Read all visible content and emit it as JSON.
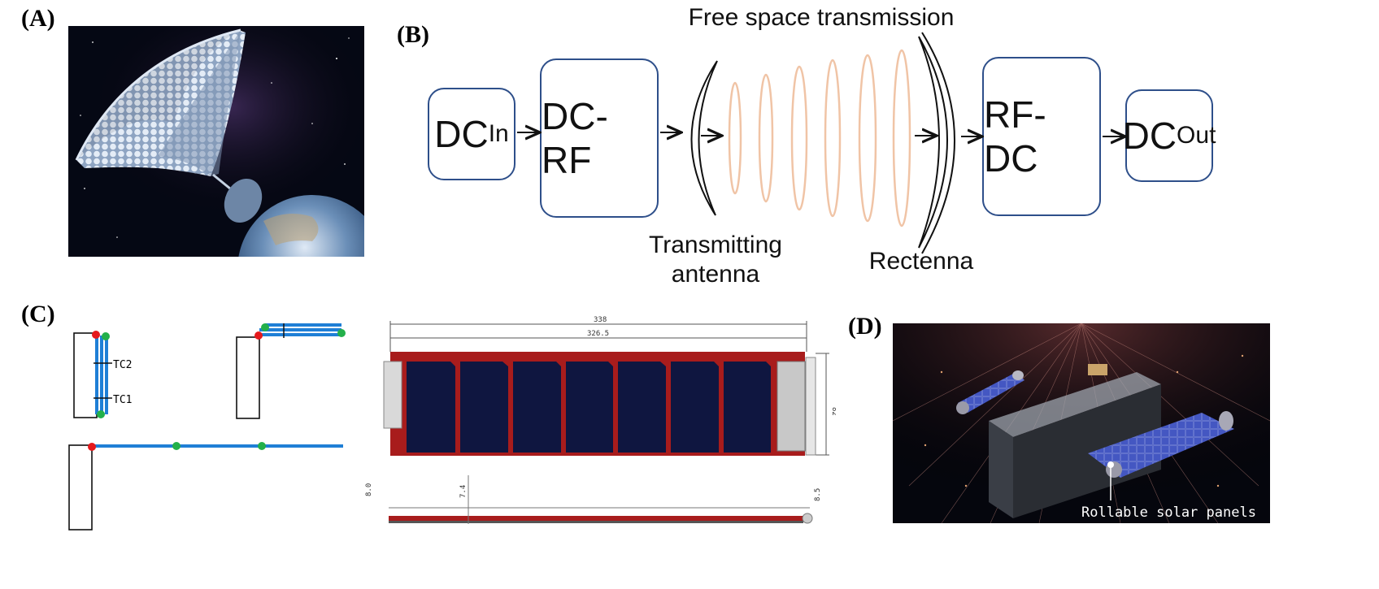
{
  "panels": {
    "a": "(A)",
    "b": "(B)",
    "c": "(C)",
    "d": "(D)"
  },
  "flow": {
    "top_caption": "Free space transmission",
    "dc_in_main": "DC",
    "dc_in_sub": "In",
    "dc_rf": "DC-RF",
    "rf_dc": "RF-DC",
    "dc_out_main": "DC",
    "dc_out_sub": "Out",
    "transmitting_antenna": [
      "Transmitting",
      "antenna"
    ],
    "rectenna": "Rectenna"
  },
  "deploy": {
    "tc2": "TC2",
    "tc1": "TC1"
  },
  "drawing": {
    "dim_total": "338",
    "dim_inner": "326.5",
    "dim_height": "82",
    "dim_a": "8.0",
    "dim_b": "7.4",
    "dim_c": "8.5"
  },
  "photo_d": {
    "callout": "Rollable solar panels"
  },
  "colors": {
    "box_border": "#2e4f8a",
    "wave": "#f0c4a6",
    "rod_blue": "#1f7fd6",
    "hinge_red": "#e5191c",
    "node_green": "#23b04a",
    "pcb_red": "#a81c1c",
    "cell_navy": "#0f1640"
  }
}
